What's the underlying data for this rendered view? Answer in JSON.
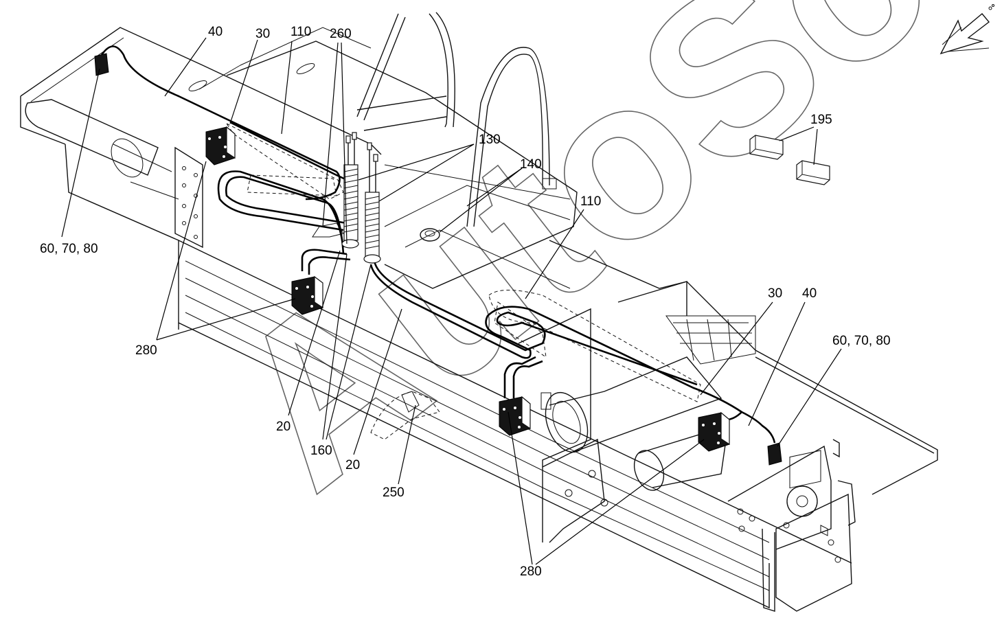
{
  "callouts": [
    {
      "id": "c40-a",
      "text": "40"
    },
    {
      "id": "c30-a",
      "text": "30"
    },
    {
      "id": "c110-a",
      "text": "110"
    },
    {
      "id": "c260",
      "text": "260"
    },
    {
      "id": "c130",
      "text": "130"
    },
    {
      "id": "c140",
      "text": "140"
    },
    {
      "id": "c110-b",
      "text": "110"
    },
    {
      "id": "c195",
      "text": "195"
    },
    {
      "id": "c30-b",
      "text": "30"
    },
    {
      "id": "c40-b",
      "text": "40"
    },
    {
      "id": "c607080-a",
      "text": "60, 70, 80"
    },
    {
      "id": "c607080-b",
      "text": "60, 70, 80"
    },
    {
      "id": "c280-a",
      "text": "280"
    },
    {
      "id": "c20-a",
      "text": "20"
    },
    {
      "id": "c160",
      "text": "160"
    },
    {
      "id": "c20-b",
      "text": "20"
    },
    {
      "id": "c250",
      "text": "250"
    },
    {
      "id": "c280-b",
      "text": "280"
    }
  ],
  "watermark": {
    "text": "AutoSoft"
  },
  "icons": {
    "direction": "direction-arrow-icon"
  },
  "colors": {
    "line": "#000000",
    "background": "#ffffff",
    "watermark": "#555555"
  }
}
